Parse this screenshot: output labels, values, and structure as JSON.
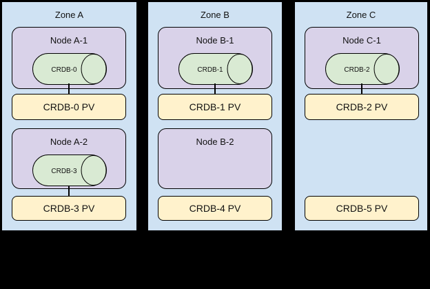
{
  "diagram": {
    "title_hint": "CockroachDB pods, nodes and persistent volumes across zones",
    "colors": {
      "page_bg": "#000000",
      "zone_bg": "#cfe2f3",
      "node_bg": "#d9d2e9",
      "pod_bg": "#d9ead3",
      "pv_bg": "#fff2cc",
      "border": "#000000",
      "text": "#111111"
    },
    "zones": [
      {
        "label": "Zone A",
        "nodes": [
          {
            "label": "Node A-1",
            "pod": "CRDB-0"
          },
          {
            "label": "Node A-2",
            "pod": "CRDB-3"
          }
        ],
        "pvs": [
          {
            "label": "CRDB-0 PV"
          },
          {
            "label": "CRDB-3 PV"
          }
        ]
      },
      {
        "label": "Zone B",
        "nodes": [
          {
            "label": "Node B-1",
            "pod": "CRDB-1"
          },
          {
            "label": "Node B-2",
            "pod": ""
          }
        ],
        "pvs": [
          {
            "label": "CRDB-1 PV"
          },
          {
            "label": "CRDB-4 PV"
          }
        ]
      },
      {
        "label": "Zone C",
        "nodes": [
          {
            "label": "Node C-1",
            "pod": "CRDB-2"
          }
        ],
        "pvs": [
          {
            "label": "CRDB-2 PV"
          },
          {
            "label": "CRDB-5 PV"
          }
        ]
      }
    ]
  }
}
